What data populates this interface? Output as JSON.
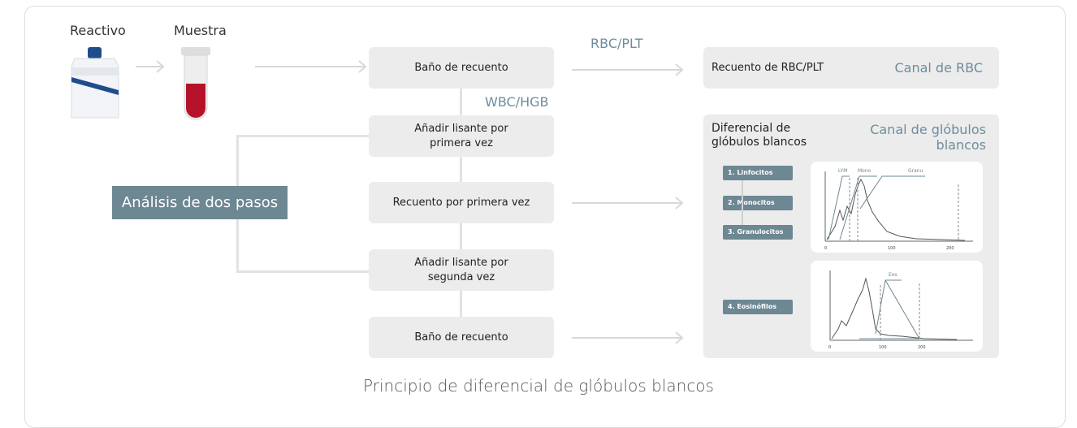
{
  "labels": {
    "reagent": "Reactivo",
    "sample": "Muestra",
    "rbc_plt": "RBC/PLT",
    "wbc_hgb": "WBC/HGB",
    "two_step": "Análisis de dos pasos",
    "caption": "Principio de diferencial de glóbulos blancos"
  },
  "steps": {
    "bath1": "Baño de recuento",
    "lysis1": "Añadir lisante por primera vez",
    "count1": "Recuento por primera vez",
    "lysis2": "Añadir lisante por segunda vez",
    "bath2": "Baño de recuento"
  },
  "rbc_channel": {
    "title": "Recuento de RBC/PLT",
    "channel": "Canal de RBC"
  },
  "wbc_channel": {
    "title": "Diferencial de glóbulos blancos",
    "channel": "Canal de glóbulos blancos",
    "items": [
      "1. Linfocitos",
      "2. Monocitos",
      "3. Granulocitos",
      "4. Eosinófilos"
    ]
  },
  "histogram1": {
    "markers": [
      "LYM",
      "Mono",
      "Granu"
    ],
    "ticks": [
      "0",
      "100",
      "200"
    ]
  },
  "histogram2": {
    "markers": [
      "Eos"
    ],
    "ticks": [
      "0",
      "100",
      "200"
    ]
  },
  "colors": {
    "box": "#ececec",
    "step_label": "#6d8793",
    "channel_text": "#6d8d9d",
    "blood": "#b5122a",
    "cap_blue": "#1f4d8c"
  }
}
